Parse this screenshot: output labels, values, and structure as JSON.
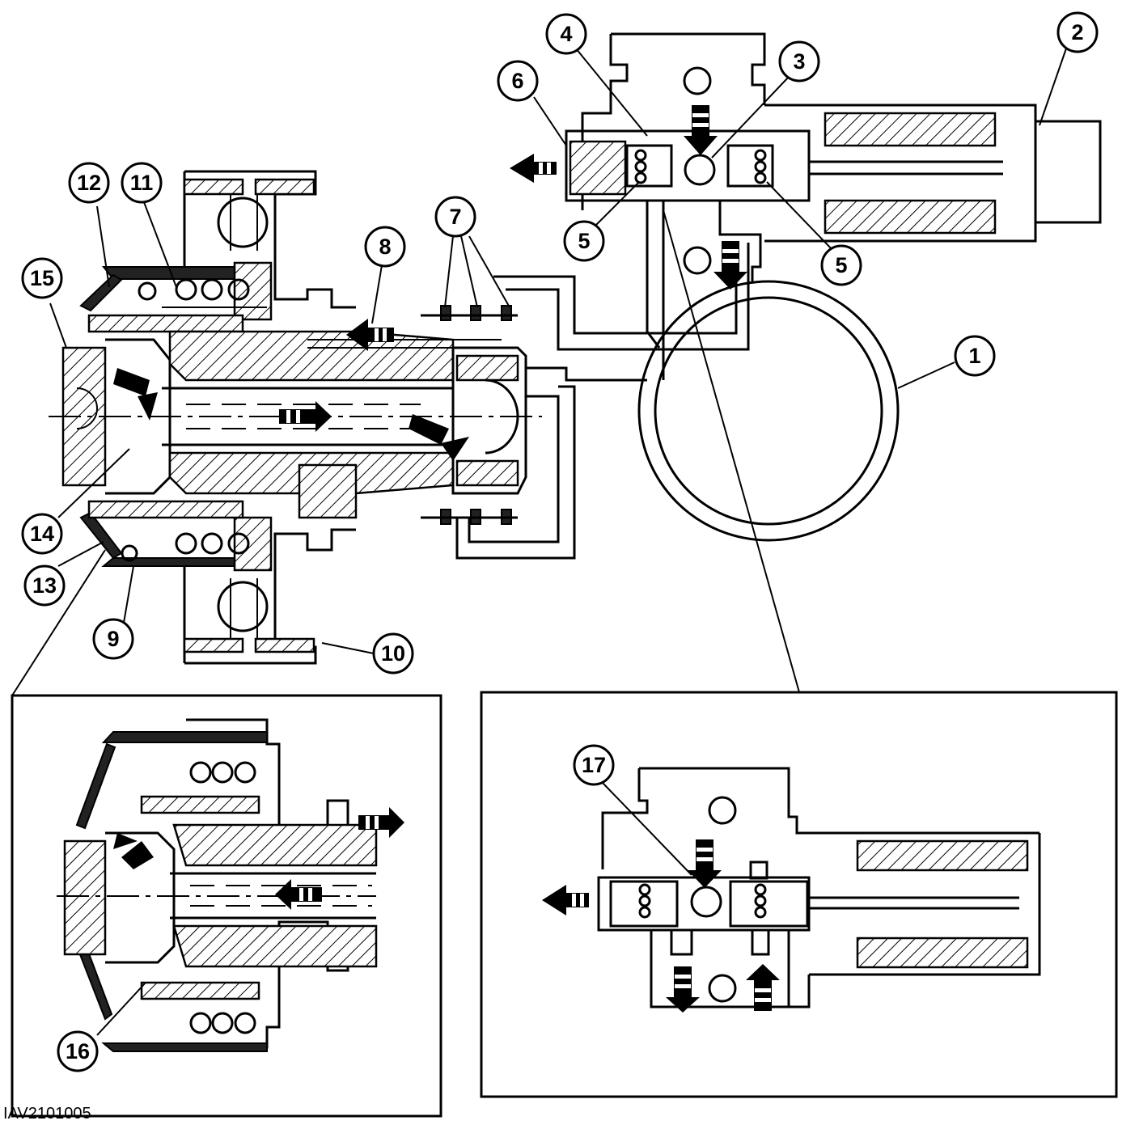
{
  "figure": {
    "reference_code": "IAV2101005"
  },
  "callouts": [
    "1",
    "2",
    "3",
    "4",
    "5",
    "5",
    "6",
    "7",
    "8",
    "9",
    "10",
    "11",
    "12",
    "13",
    "14",
    "15",
    "16",
    "17"
  ]
}
